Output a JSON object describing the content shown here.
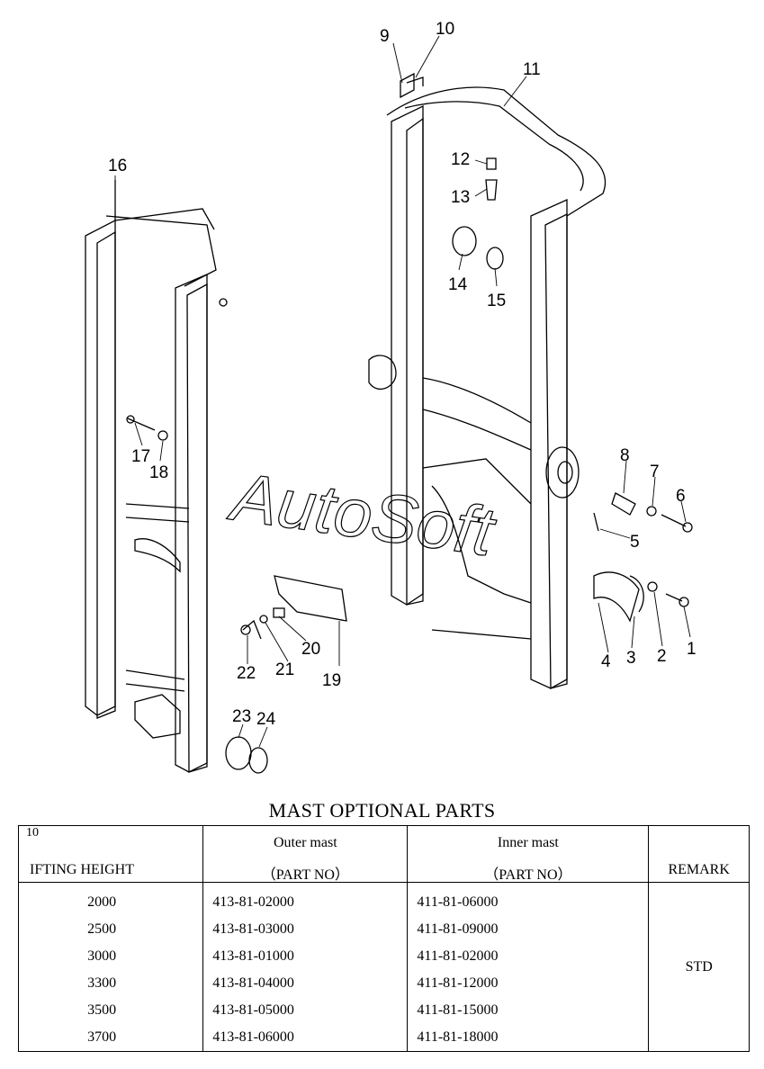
{
  "diagram": {
    "callouts": [
      "1",
      "2",
      "3",
      "4",
      "5",
      "6",
      "7",
      "8",
      "9",
      "10",
      "11",
      "12",
      "13",
      "14",
      "15",
      "16",
      "17",
      "18",
      "19",
      "20",
      "21",
      "22",
      "23",
      "24"
    ],
    "watermark": "AutoSoft"
  },
  "table": {
    "title": "MAST OPTIONAL PARTS",
    "header_corner": "10",
    "header_lifting": "IFTING HEIGHT",
    "header_outer_top": "Outer mast",
    "header_outer_bottom": "（PART NO）",
    "header_inner_top": "Inner mast",
    "header_inner_bottom": "（PART NO）",
    "header_remark": "REMARK",
    "rows": [
      {
        "height": "2000",
        "outer": "413-81-02000",
        "inner": "411-81-06000"
      },
      {
        "height": "2500",
        "outer": "413-81-03000",
        "inner": "411-81-09000"
      },
      {
        "height": "3000",
        "outer": "413-81-01000",
        "inner": "411-81-02000"
      },
      {
        "height": "3300",
        "outer": "413-81-04000",
        "inner": "411-81-12000"
      },
      {
        "height": "3500",
        "outer": "413-81-05000",
        "inner": "411-81-15000"
      },
      {
        "height": "3700",
        "outer": "413-81-06000",
        "inner": "411-81-18000"
      }
    ],
    "remark": "STD"
  }
}
